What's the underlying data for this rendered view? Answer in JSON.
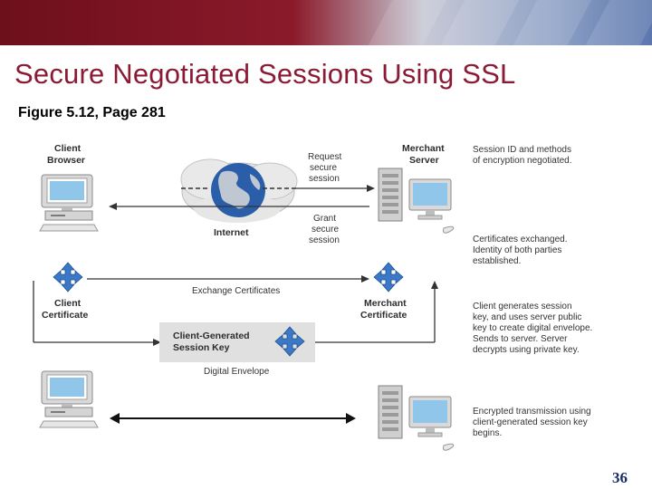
{
  "title": "Secure Negotiated Sessions Using SSL",
  "subtitle": "Figure 5.12, Page 281",
  "page_number": "36",
  "diagram": {
    "client_browser": [
      "Client",
      "Browser"
    ],
    "merchant_server": [
      "Merchant",
      "Server"
    ],
    "internet": "Internet",
    "request": [
      "Request",
      "secure",
      "session"
    ],
    "grant": [
      "Grant",
      "secure",
      "session"
    ],
    "exchange_certificates": "Exchange Certificates",
    "client_certificate": [
      "Client",
      "Certificate"
    ],
    "merchant_certificate": [
      "Merchant",
      "Certificate"
    ],
    "session_key": [
      "Client-Generated",
      "Session Key"
    ],
    "digital_envelope": "Digital Envelope",
    "notes": {
      "n1": [
        "Session ID and methods",
        "of encryption negotiated."
      ],
      "n2": [
        "Certificates exchanged.",
        "Identity of both parties",
        "established."
      ],
      "n3": [
        "Client generates session",
        "key, and uses server public",
        "key to create digital envelope.",
        "Sends to server.  Server",
        "decrypts using private key."
      ],
      "n4": [
        "Encrypted transmission using",
        "client-generated session key",
        "begins."
      ]
    }
  },
  "colors": {
    "title": "#8b1a35",
    "cert_icon": "#3a78c8",
    "globe": "#2a5ea8",
    "session_box": "#e0e0e0"
  }
}
